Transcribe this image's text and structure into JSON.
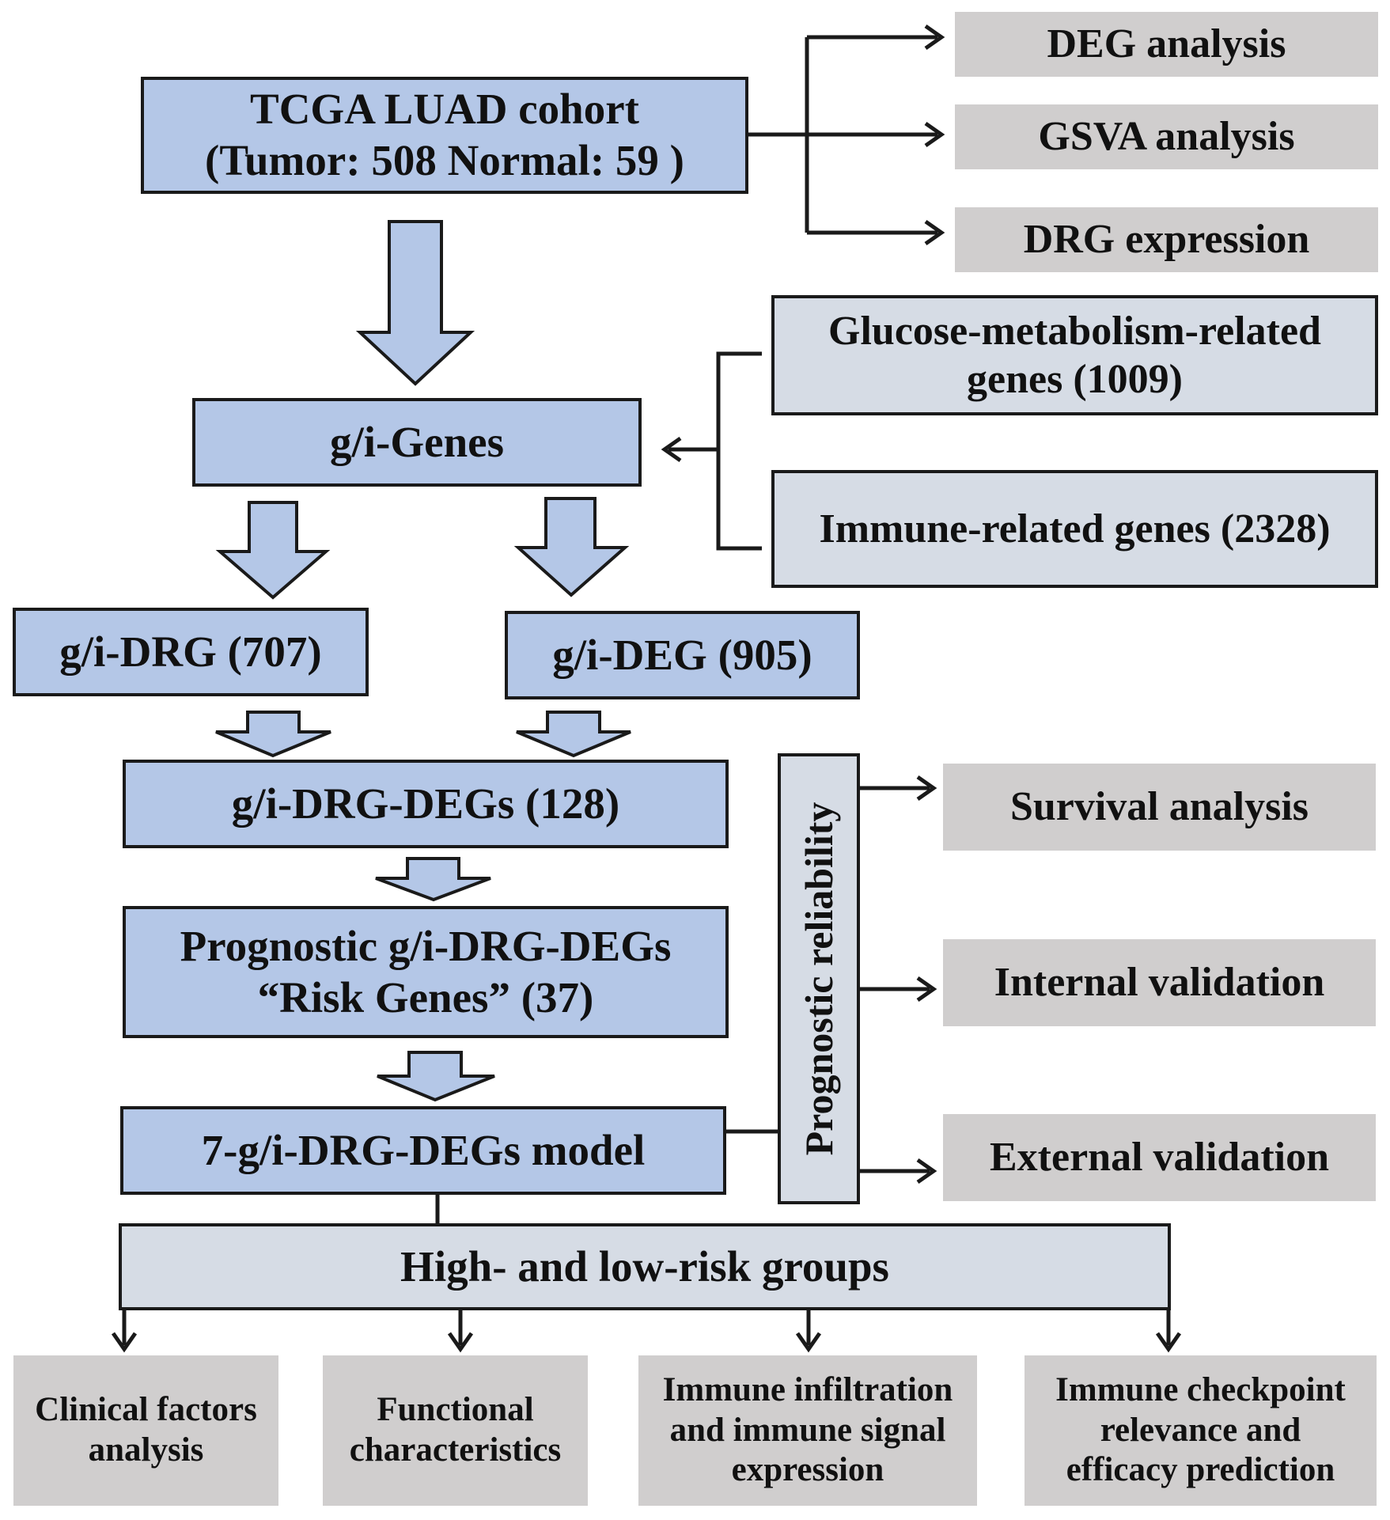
{
  "cohort": {
    "line1": "TCGA LUAD cohort",
    "line2": "(Tumor: 508  Normal: 59 )"
  },
  "cohort_outputs": [
    "DEG analysis",
    "GSVA analysis",
    "DRG expression"
  ],
  "gene_sources": {
    "glucose": {
      "line1": "Glucose-metabolism-related",
      "line2": "genes (1009)"
    },
    "immune": "Immune-related genes (2328)"
  },
  "gi_genes": "g/i-Genes",
  "gi_drg": "g/i-DRG (707)",
  "gi_deg": "g/i-DEG (905)",
  "gi_drg_degs": "g/i-DRG-DEGs (128)",
  "prognostic": {
    "line1": "Prognostic g/i-DRG-DEGs",
    "line2": "“Risk Genes” (37)"
  },
  "model": "7-g/i-DRG-DEGs model",
  "reliability_label": "Prognostic reliability",
  "reliability_outputs": [
    "Survival analysis",
    "Internal validation",
    "External validation"
  ],
  "risk_groups": "High- and low-risk groups",
  "downstream": [
    {
      "line1": "Clinical factors",
      "line2": "analysis"
    },
    {
      "line1": "Functional",
      "line2": "characteristics"
    },
    {
      "line1": "Immune infiltration",
      "line2": "and immune signal",
      "line3": "expression"
    },
    {
      "line1": "Immune checkpoint",
      "line2": "relevance and",
      "line3": "efficacy prediction"
    }
  ],
  "colors": {
    "step_fill": "#b4c7e7",
    "input_fill": "#d6dce5",
    "output_fill": "#d0cece",
    "stroke": "#1a1a1a"
  }
}
